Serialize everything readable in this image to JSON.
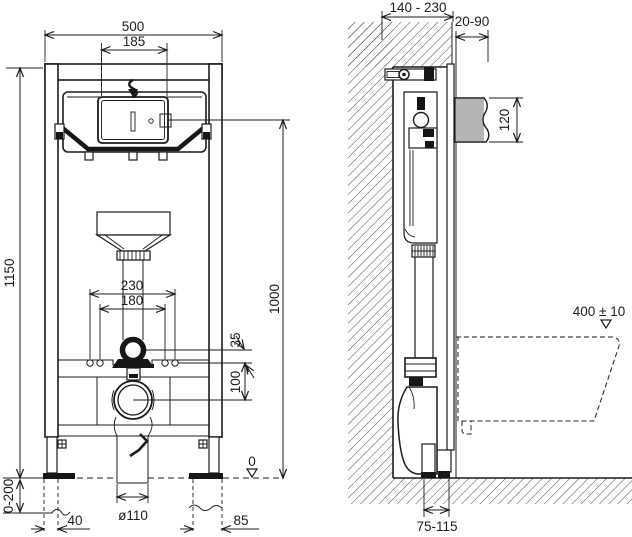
{
  "front_view": {
    "frame_width": "500",
    "panel_width": "185",
    "frame_height": "1150",
    "flush_pipe_height": "1000",
    "fixing_spacing_outer": "230",
    "fixing_spacing_inner": "180",
    "supply_offset": "35",
    "outlet_offset": "100",
    "floor_level": "0",
    "leg_adjustment_range": "0-200",
    "left_foot_offset": "40",
    "outlet_diameter": "ø110",
    "right_foot_offset": "85"
  },
  "side_view": {
    "installation_depth_range": "140 - 230",
    "wall_finish_range": "20-90",
    "access_height": "120",
    "bowl_rim_height": "400 ± 10",
    "outlet_distance_range": "75-115"
  },
  "colors": {
    "ink": "#1c1c1c",
    "background": "#ffffff",
    "hatch": "#4a4a4a"
  }
}
